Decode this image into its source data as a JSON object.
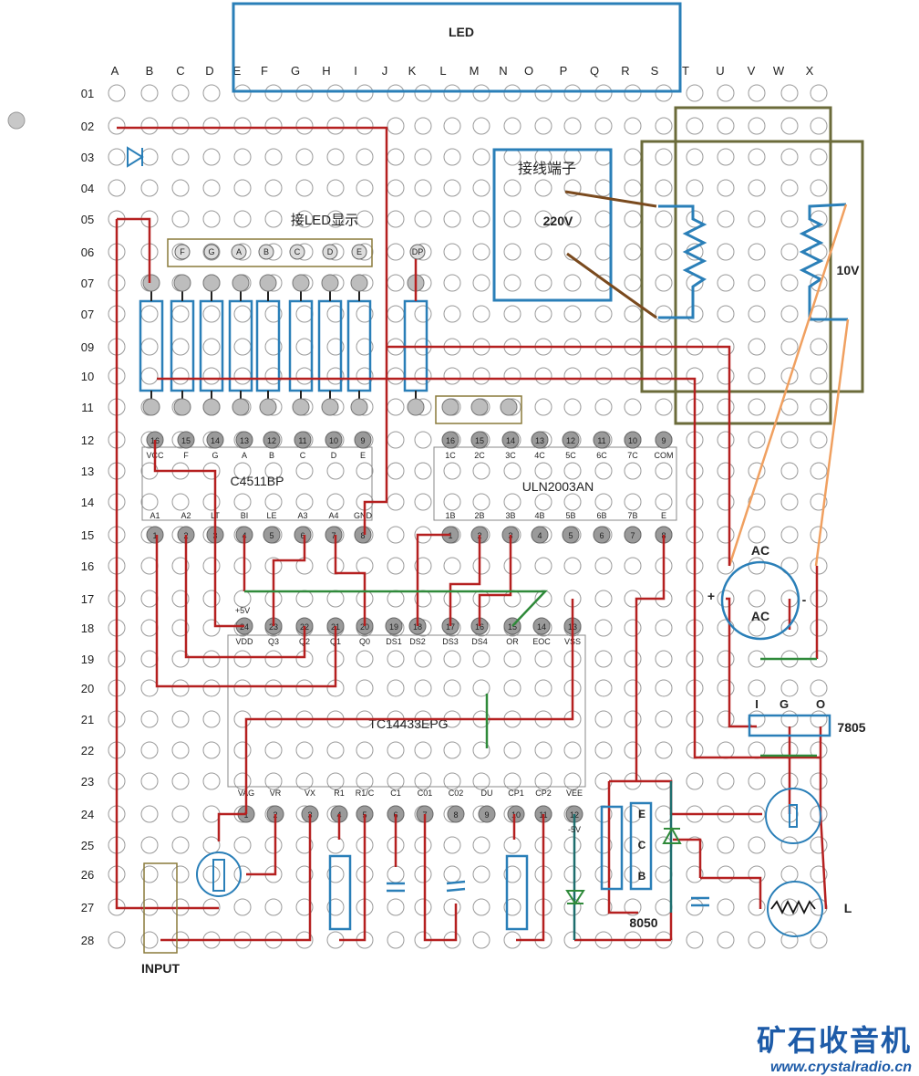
{
  "columns": [
    "A",
    "B",
    "C",
    "D",
    "E",
    "F",
    "G",
    "H",
    "I",
    "J",
    "K",
    "L",
    "M",
    "N",
    "O",
    "P",
    "Q",
    "R",
    "S",
    "T",
    "U",
    "V",
    "W",
    "X"
  ],
  "rows": [
    "01",
    "02",
    "03",
    "04",
    "05",
    "06",
    "07",
    "07",
    "09",
    "10",
    "11",
    "12",
    "13",
    "14",
    "15",
    "16",
    "17",
    "18",
    "19",
    "20",
    "21",
    "22",
    "23",
    "24",
    "25",
    "26",
    "27",
    "28"
  ],
  "labels": {
    "led": "LED",
    "terminal": "接线端子",
    "v220": "220V",
    "v10": "10V",
    "led_display": "接LED显示",
    "input": "INPUT",
    "q8050": "8050",
    "reg7805": "7805",
    "inductor": "L",
    "ac_top": "AC",
    "ac_bottom": "AC",
    "plus": "+",
    "minus": "-",
    "reg_i": "I",
    "reg_g": "G",
    "reg_o": "O",
    "tr_e": "E",
    "tr_c": "C",
    "tr_b": "B",
    "plus5v_a": "+5V",
    "minus5v": "-5V"
  },
  "segments_header": [
    "F",
    "G",
    "A",
    "B",
    "C",
    "D",
    "E"
  ],
  "dp_label": "DP",
  "chips": {
    "c4511": {
      "name": "C4511BP",
      "top_pins": [
        "16",
        "15",
        "14",
        "13",
        "12",
        "11",
        "10",
        "9"
      ],
      "top_names": [
        "VCC",
        "F",
        "G",
        "A",
        "B",
        "C",
        "D",
        "E"
      ],
      "bottom_names": [
        "A1",
        "A2",
        "LT",
        "BI",
        "LE",
        "A3",
        "A4",
        "GND"
      ],
      "bottom_pins": [
        "1",
        "2",
        "3",
        "4",
        "5",
        "6",
        "7",
        "8"
      ]
    },
    "uln2003": {
      "name": "ULN2003AN",
      "top_pins": [
        "16",
        "15",
        "14",
        "13",
        "12",
        "11",
        "10",
        "9"
      ],
      "top_names": [
        "1C",
        "2C",
        "3C",
        "4C",
        "5C",
        "6C",
        "7C",
        "COM"
      ],
      "bottom_names": [
        "1B",
        "2B",
        "3B",
        "4B",
        "5B",
        "6B",
        "7B",
        "E"
      ],
      "bottom_pins": [
        "1",
        "2",
        "3",
        "4",
        "5",
        "6",
        "7",
        "8"
      ]
    },
    "tc14433": {
      "name": "TC14433EPG",
      "top_pins": [
        "24",
        "23",
        "22",
        "21",
        "20",
        "19",
        "18",
        "17",
        "16",
        "15",
        "14",
        "13"
      ],
      "top_names": [
        "VDD",
        "Q3",
        "Q2",
        "Q1",
        "Q0",
        "DS1",
        "DS2",
        "DS3",
        "DS4",
        "OR",
        "EOC",
        "VSS"
      ],
      "bottom_names": [
        "VAG",
        "VR",
        "VX",
        "R1",
        "R1/C",
        "C1",
        "C01",
        "C02",
        "DU",
        "CP1",
        "CP2",
        "VEE"
      ],
      "bottom_pins": [
        "1",
        "2",
        "3",
        "4",
        "5",
        "6",
        "7",
        "8",
        "9",
        "10",
        "11",
        "12"
      ]
    }
  },
  "logo": {
    "cn": "矿石收音机",
    "url": "www.crystalradio.cn"
  }
}
